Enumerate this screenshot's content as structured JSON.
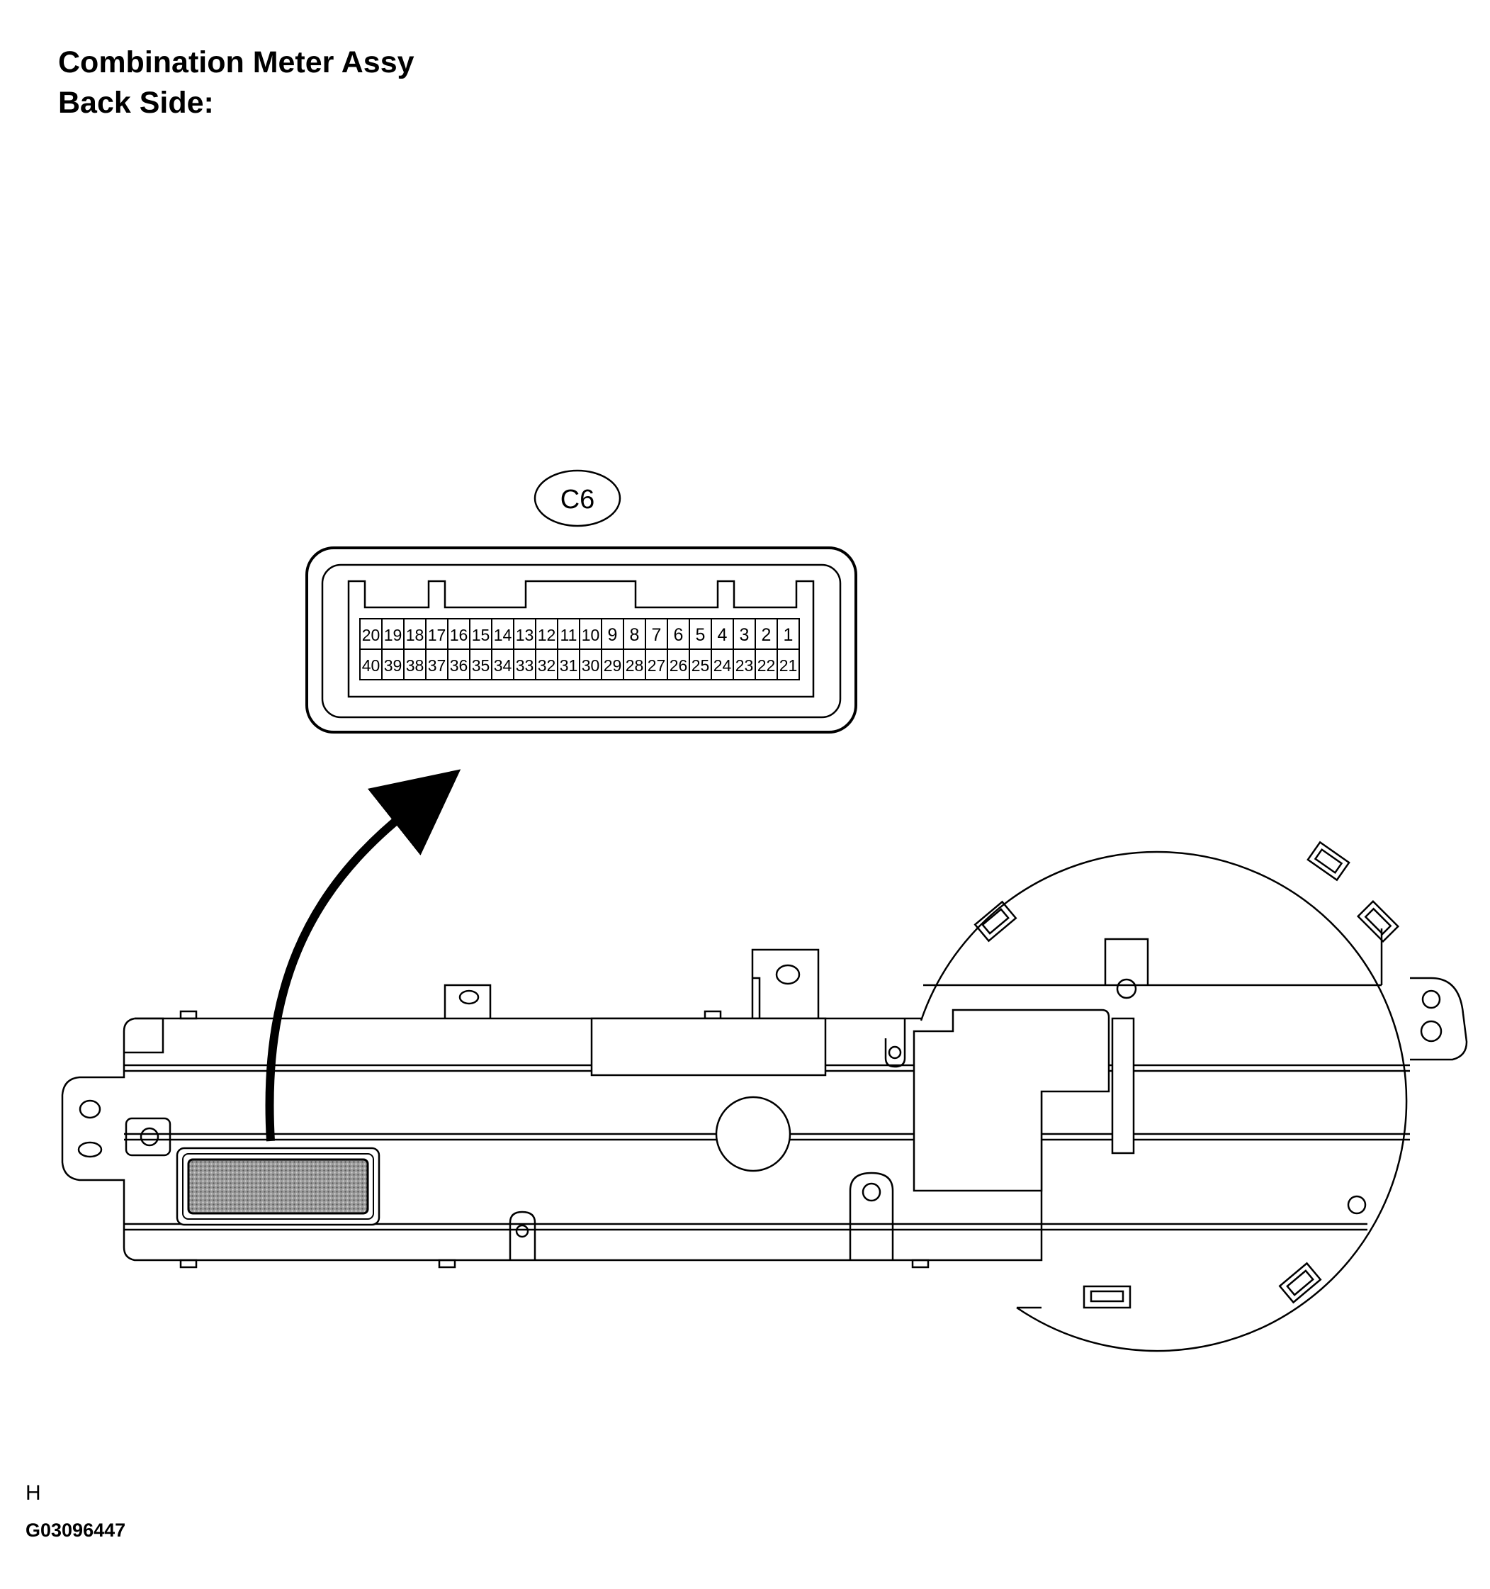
{
  "title": {
    "line1": "Combination Meter Assy",
    "line2": "Back Side:"
  },
  "connector": {
    "code": "C6",
    "top_row": [
      "20",
      "19",
      "18",
      "17",
      "16",
      "15",
      "14",
      "13",
      "12",
      "11",
      "10",
      "9",
      "8",
      "7",
      "6",
      "5",
      "4",
      "3",
      "2",
      "1"
    ],
    "bottom_row": [
      "40",
      "39",
      "38",
      "37",
      "36",
      "35",
      "34",
      "33",
      "32",
      "31",
      "30",
      "29",
      "28",
      "27",
      "26",
      "25",
      "24",
      "23",
      "22",
      "21"
    ]
  },
  "footer": {
    "letter": "H",
    "figure_code": "G03096447"
  }
}
